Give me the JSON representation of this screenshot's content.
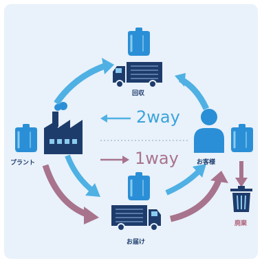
{
  "labels": {
    "collection": "回収",
    "plant": "プラント",
    "customer": "お客様",
    "delivery": "お届け",
    "disposal": "廃棄"
  },
  "flows": {
    "two_way": "2way",
    "one_way": "1way"
  },
  "colors": {
    "background": "#e9f1fa",
    "blue_flow": "#4fb0e3",
    "mauve_flow": "#a8738d",
    "icon_navy": "#1e3c6b",
    "icon_blue": "#2a8fd6",
    "bottle_light": "#8ccbef"
  },
  "icons": [
    "water-bottle-icon",
    "truck-icon",
    "factory-icon",
    "customer-icon",
    "trash-can-icon"
  ]
}
